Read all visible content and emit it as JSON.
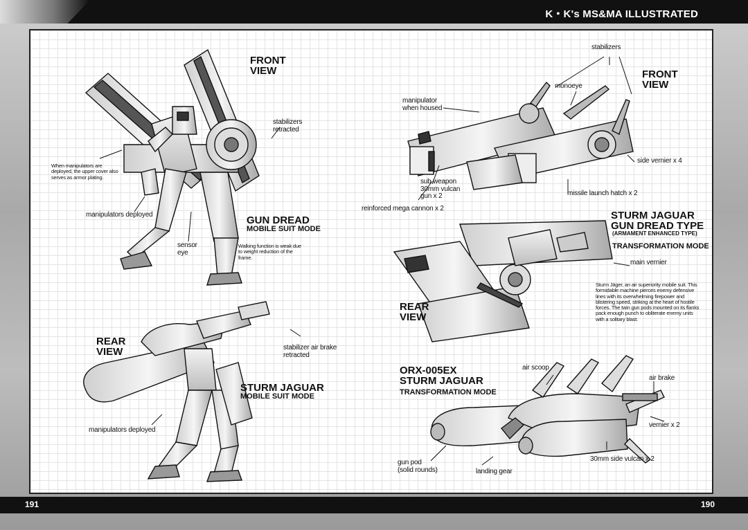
{
  "header": {
    "title": "K・K's MS&MA ILLUSTRATED"
  },
  "folios": {
    "left": "191",
    "right": "190"
  },
  "left_page": {
    "gundread_front_title": [
      "FRONT",
      "VIEW"
    ],
    "gundread_title": "GUN DREAD",
    "gundread_subtitle": "MOBILE SUIT MODE",
    "callouts": {
      "stabilizers_retracted": [
        "stabilizers",
        "retracted"
      ],
      "manipulators_deployed": "manipulators deployed",
      "sensor_eye": [
        "sensor",
        "eye"
      ],
      "armor_note": [
        "When manipulators are",
        "deployed, the upper cover also",
        "serves as armor plating."
      ],
      "walking_note": [
        "Walking function is weak due",
        "to weight reduction of the",
        "frame."
      ],
      "stabilizer_air_brake": [
        "stabilizer air brake",
        "retracted"
      ],
      "manipulators_deployed_2": "manipulators deployed"
    },
    "sturm_rear_title": [
      "REAR",
      "VIEW"
    ],
    "sturm_title": "STURM JAGUAR",
    "sturm_subtitle": "MOBILE SUIT MODE"
  },
  "right_page": {
    "front_title": [
      "FRONT",
      "VIEW"
    ],
    "callouts": {
      "stabilizers": "stabilizers",
      "monoeye": "monoeye",
      "manipulator_housed": [
        "manipulator",
        "when housed"
      ],
      "side_vernier": "side vernier x 4",
      "sub_weapon": [
        "sub weapon",
        "30mm vulcan",
        "gun x 2"
      ],
      "missile_hatch": "missile launch hatch x 2",
      "mega_cannon": "reinforced mega cannon x 2",
      "main_vernier": "main vernier",
      "air_scoop": "air scoop",
      "air_brake": "air brake",
      "vernier_x2": "vernier x 2",
      "side_vulcan": "30mm side vulcan x 2",
      "gun_pod": [
        "gun pod",
        "(solid rounds)"
      ],
      "landing_gear": "landing gear"
    },
    "armament_title": [
      "STURM JAGUAR",
      "GUN DREAD TYPE"
    ],
    "armament_sub": "(ARMAMENT ENHANCED TYPE)",
    "armament_mode": "TRANSFORMATION MODE",
    "description": [
      "Sturm Jäger, an air superiority mobile suit. This",
      "formidable machine pierces enemy defensive",
      "lines with its overwhelming firepower and",
      "blistering speed, striking at the heart of hostile",
      "forces. The twin gun pods mounted on its flanks",
      "pack enough punch to obliterate enemy units",
      "with a solitary blast."
    ],
    "rear_title": [
      "REAR",
      "VIEW"
    ],
    "orx_title": [
      "ORX-005EX",
      "STURM JAGUAR"
    ],
    "orx_mode": "TRANSFORMATION MODE"
  }
}
